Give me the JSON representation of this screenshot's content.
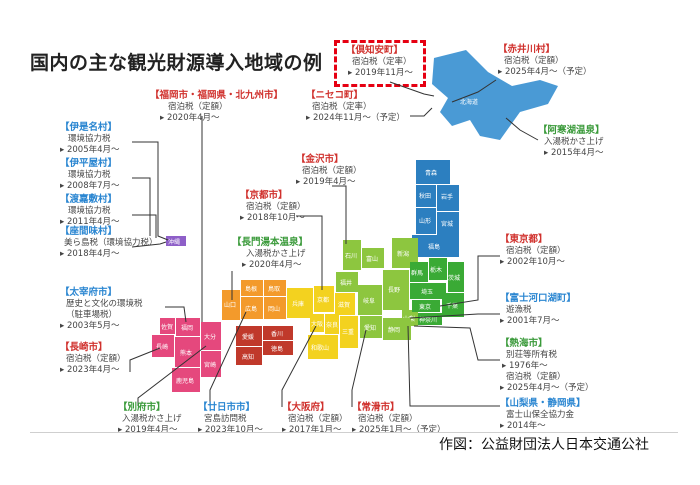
{
  "title": "国内の主な観光財源導入地域の例",
  "credit": "作図：公益財団法人日本交通公社",
  "colors": {
    "hokkaido": "#4a9ad5",
    "tohoku": "#2c7fc0",
    "kanto": "#3aaa35",
    "chubu": "#8dc63f",
    "kinki": "#f3d21f",
    "chugoku": "#f39a2b",
    "shikoku": "#c0392b",
    "kyushu": "#e5487d",
    "okinawa": "#8e5fc8",
    "red_label": "#d0312d",
    "blue_label": "#2a86d1",
    "green_label": "#3a9a3a",
    "leader": "#333333"
  },
  "prefectures": {
    "hokkaido": "北海道",
    "aomori": "青森",
    "akita": "秋田",
    "iwate": "岩手",
    "yamagata": "山形",
    "miyagi": "宮城",
    "fukushima": "福島",
    "niigata": "新潟",
    "ishikawa": "石川",
    "toyama": "富山",
    "fukui": "福井",
    "nagano": "長野",
    "gunma": "群馬",
    "tochigi": "栃木",
    "ibaraki": "茨城",
    "saitama": "埼玉",
    "tokyo": "東京",
    "chiba": "千葉",
    "kanagawa": "神奈川",
    "yamanashi": "山梨",
    "shizuoka": "静岡",
    "gifu": "岐阜",
    "aichi": "愛知",
    "shiga": "滋賀",
    "kyoto": "京都",
    "hyogo": "兵庫",
    "osaka": "大阪",
    "nara": "奈良",
    "mie": "三重",
    "wakayama": "和歌山",
    "tottori": "鳥取",
    "shimane": "島根",
    "okayama": "岡山",
    "hiroshima": "広島",
    "yamaguchi": "山口",
    "kagawa": "香川",
    "tokushima": "徳島",
    "ehime": "愛媛",
    "kochi": "高知",
    "fukuoka": "福岡",
    "saga": "佐賀",
    "nagasaki": "長崎",
    "oita": "大分",
    "kumamoto": "熊本",
    "miyazaki": "宮崎",
    "kagoshima": "鹿児島",
    "okinawa": "沖縄"
  },
  "labels": {
    "kutchan": {
      "name": "【倶知安町】",
      "lines": [
        "宿泊税（定率）"
      ],
      "date": "2019年11月～"
    },
    "akaigawa": {
      "name": "【赤井川村】",
      "lines": [
        "宿泊税（定額）"
      ],
      "date": "2025年4月～（予定）"
    },
    "niseko": {
      "name": "【ニセコ町】",
      "lines": [
        "宿泊税（定率）"
      ],
      "date": "2024年11月～（予定）"
    },
    "akanko": {
      "name": "【阿寒湖温泉】",
      "lines": [
        "入湯税かさ上げ"
      ],
      "date": "2015年4月～"
    },
    "fukuoka": {
      "name": "【福岡市・福岡県・北九州市】",
      "lines": [
        "宿泊税（定額）"
      ],
      "date": "2020年4月～"
    },
    "izena": {
      "name": "【伊是名村】",
      "lines": [
        "環境協力税"
      ],
      "date": "2005年4月～"
    },
    "iheya": {
      "name": "【伊平屋村】",
      "lines": [
        "環境協力税"
      ],
      "date": "2008年7月～"
    },
    "tokashiki": {
      "name": "【渡嘉敷村】",
      "lines": [
        "環境協力税"
      ],
      "date": "2011年4月～"
    },
    "zamami": {
      "name": "【座間味村】",
      "lines": [
        "美ら島税（環境協力税）"
      ],
      "date": "2018年4月～"
    },
    "kanazawa": {
      "name": "【金沢市】",
      "lines": [
        "宿泊税（定額）"
      ],
      "date": "2019年4月～"
    },
    "kyoto": {
      "name": "【京都市】",
      "lines": [
        "宿泊税（定額）"
      ],
      "date": "2018年10月～"
    },
    "nagatoyumoto": {
      "name": "【長門湯本温泉】",
      "lines": [
        "入湯税かさ上げ"
      ],
      "date": "2020年4月～"
    },
    "tokyo": {
      "name": "【東京都】",
      "lines": [
        "宿泊税（定額）"
      ],
      "date": "2002年10月～"
    },
    "fujikawaguchiko": {
      "name": "【富士河口湖町】",
      "lines": [
        "遊漁税"
      ],
      "date": "2001年7月～"
    },
    "dazaifu": {
      "name": "【太宰府市】",
      "lines": [
        "歴史と文化の環境税",
        "（駐車場税）"
      ],
      "date": "2003年5月～"
    },
    "nagasaki": {
      "name": "【長崎市】",
      "lines": [
        "宿泊税（定額）"
      ],
      "date": "2023年4月～"
    },
    "atami": {
      "name": "【熱海市】",
      "lines": [
        "別荘等所有税",
        "1976年～",
        "宿泊税（定額）"
      ],
      "date": "2025年4月～（予定）"
    },
    "beppu": {
      "name": "【別府市】",
      "lines": [
        "入湯税かさ上げ"
      ],
      "date": "2019年4月～"
    },
    "hatsukaichi": {
      "name": "【廿日市市】",
      "lines": [
        "宮島訪問税"
      ],
      "date": "2023年10月～"
    },
    "osaka": {
      "name": "【大阪府】",
      "lines": [
        "宿泊税（定額）"
      ],
      "date": "2017年1月～"
    },
    "tokoname": {
      "name": "【常滑市】",
      "lines": [
        "宿泊税（定額）"
      ],
      "date": "2025年1月～（予定）"
    },
    "yamanashi_shizuoka": {
      "name": "【山梨県・静岡県】",
      "lines": [
        "富士山保全協力金"
      ],
      "date": "2014年～"
    }
  }
}
